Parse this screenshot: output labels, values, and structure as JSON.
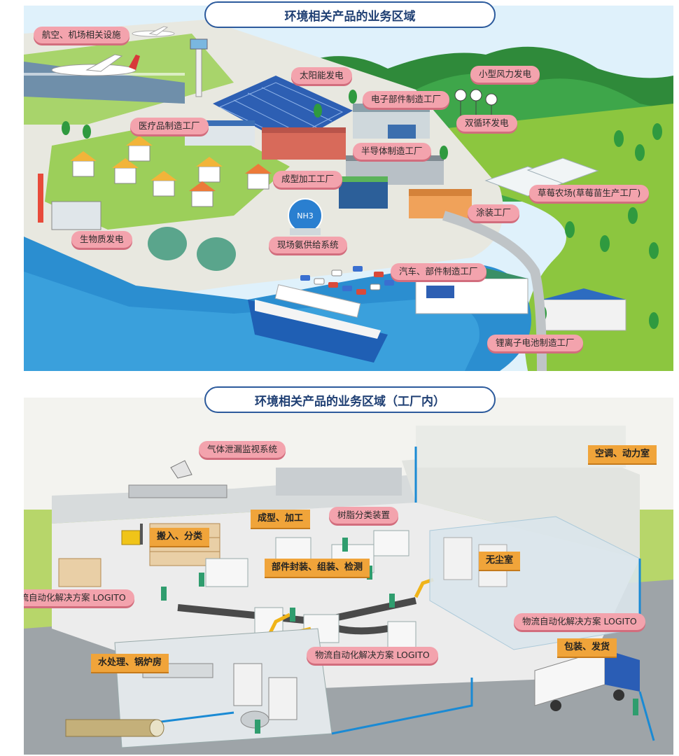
{
  "top": {
    "title": "环境相关产品的业务区域",
    "labels": {
      "aviation": "航空、机场相关设施",
      "solar": "太阳能发电",
      "small_wind": "小型风力发电",
      "electronics": "电子部件制造工厂",
      "medical": "医疗品制造工厂",
      "dual_loop": "双循环发电",
      "semiconductor": "半导体制造工厂",
      "molding": "成型加工工厂",
      "strawberry": "草莓农场(草莓苗生产工厂)",
      "painting": "涂装工厂",
      "biomass": "生物质发电",
      "ammonia": "现场氨供给系统",
      "auto_parts": "汽车、部件制造工厂",
      "battery": "锂离子电池制造工厂"
    },
    "tank_text": "NH3"
  },
  "bottom": {
    "title": "环境相关产品的业务区域（工厂内）",
    "labels": {
      "gas_leak": "气体泄漏监视系统",
      "hvac": "空调、动力室",
      "molding_processing": "成型、加工",
      "resin_sorting": "树脂分类装置",
      "carry_sort": "搬入、分类",
      "cleanroom": "无尘室",
      "parts_seal": "部件封装、组装、检测",
      "logito_left": "物流自动化解决方案 LOGITO",
      "logito_right": "物流自动化解决方案 LOGITO",
      "logito_center": "物流自动化解决方案 LOGITO",
      "water_boiler": "水处理、锅炉房",
      "pack_ship": "包装、发货"
    }
  },
  "colors": {
    "title_border": "#2c5a9c",
    "label_pink": "#f3a3ad",
    "label_orange": "#f0a43a",
    "sea": "#2b8ed0",
    "grass": "#8cc63f",
    "mountain": "#2f8a3a"
  }
}
